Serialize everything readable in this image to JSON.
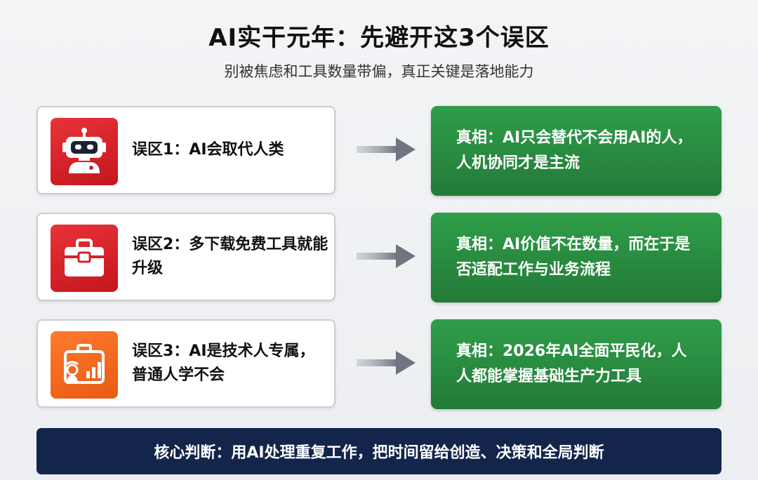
{
  "title": "AI实干元年：先避开这3个误区",
  "subtitle": "别被焦虑和工具数量带偏，真正关键是落地能力",
  "rows": [
    {
      "myth": "误区1：AI会取代人类",
      "icon": "robot-icon",
      "icon_color": "#d71f27",
      "truth": "真相：AI只会替代不会用AI的人，人机协同才是主流"
    },
    {
      "myth": "误区2：多下载免费工具就能升级",
      "icon": "toolbox-icon",
      "icon_color": "#d71f27",
      "truth": "真相：AI价值不在数量，而在于是否适配工作与业务流程"
    },
    {
      "myth": "误区3：AI是技术人专属，普通人学不会",
      "icon": "briefcase-chart-icon",
      "icon_color": "#f26a1b",
      "truth": "真相：2026年AI全面平民化，人人都能掌握基础生产力工具"
    }
  ],
  "summary": "核心判断：用AI处理重复工作，把时间留给创造、决策和全局判断",
  "colors": {
    "truth_green": "#2a8c42",
    "summary_navy": "#13254b",
    "arrow_gray": "#6e7580"
  }
}
